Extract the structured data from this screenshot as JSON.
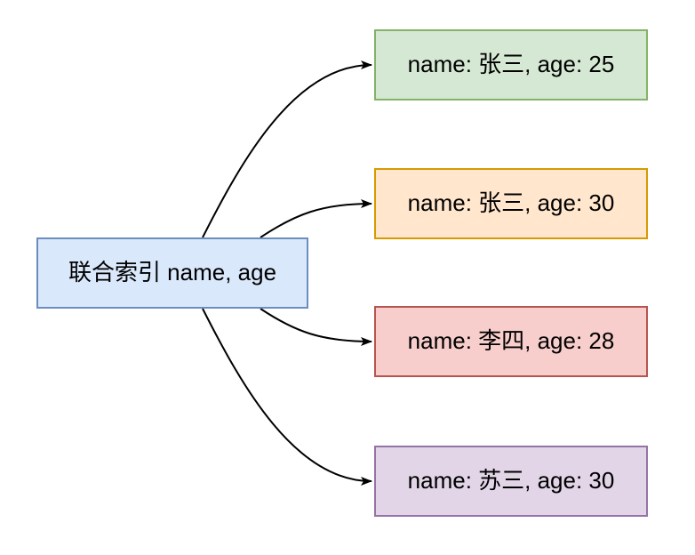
{
  "diagram": {
    "background_color": "#ffffff",
    "text_color": "#000000",
    "arrow_color": "#000000",
    "index_node": {
      "label": "联合索引 name, age",
      "fill_color": "#dae8fc",
      "stroke_color": "#6c8ebf"
    },
    "record_nodes": [
      {
        "label": "name: 张三, age: 25",
        "fill_color": "#d5e8d4",
        "stroke_color": "#82b366"
      },
      {
        "label": "name: 张三, age: 30",
        "fill_color": "#ffe6cc",
        "stroke_color": "#d79b00"
      },
      {
        "label": "name: 李四, age: 28",
        "fill_color": "#f8cecc",
        "stroke_color": "#b85450"
      },
      {
        "label": "name: 苏三, age: 30",
        "fill_color": "#e1d5e7",
        "stroke_color": "#9673a6"
      }
    ]
  }
}
